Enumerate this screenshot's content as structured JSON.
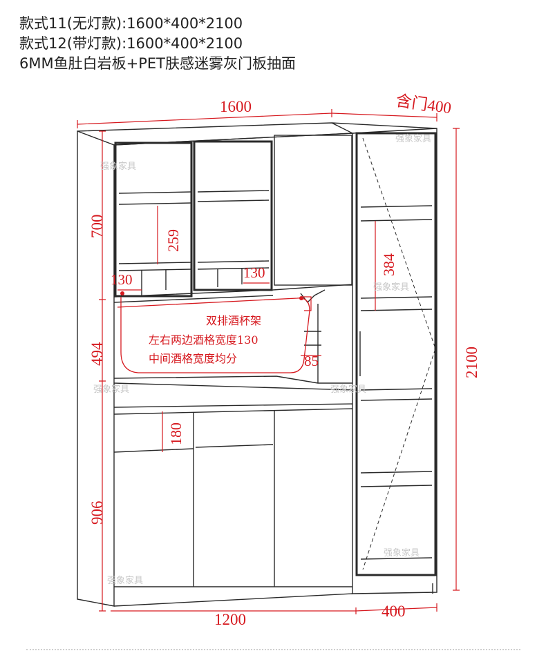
{
  "header": {
    "line1": "款式11(无灯款):1600*400*2100",
    "line2": "款式12(带灯款):1600*400*2100",
    "line3": "6MM鱼肚白岩板+PET肤感迷雾灰门板抽面"
  },
  "dimensions": {
    "total_width": "1600",
    "side_door": "含门400",
    "top_section_height": "700",
    "middle_height": "494",
    "bottom_height": "906",
    "total_height": "2100",
    "shelf_gap_left": "259",
    "shelf_gap_right": "384",
    "wine_left": "130",
    "wine_right": "130",
    "drawer_height": "180",
    "small_gap": "85",
    "bottom_width": "1200",
    "side_width": "400"
  },
  "notes": {
    "wine_rack": "双排酒杯架",
    "wine_text_1": "左右两边酒格宽度130",
    "wine_text_2": "中间酒格宽度均分"
  },
  "watermark": "强象家具",
  "colors": {
    "annotation": "#d6191f",
    "line": "#2a2a2a",
    "watermark": "#c8c8c8"
  }
}
